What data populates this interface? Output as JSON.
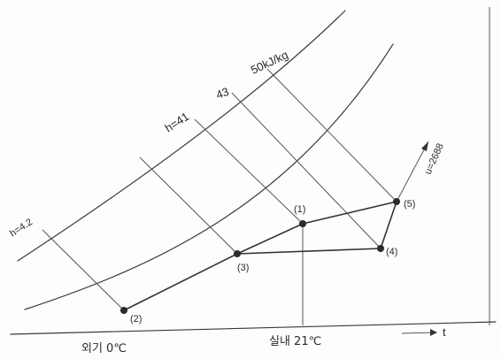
{
  "diagram": {
    "enthalpy_labels": {
      "h_low": "h=4.2",
      "h_mid": "h=41",
      "h_43": "43",
      "h_50": "50kJ/kg"
    },
    "ratio_label": "u=2688",
    "points": {
      "p1": "(1)",
      "p2": "(2)",
      "p3": "(3)",
      "p4": "(4)",
      "p5": "(5)"
    },
    "axis": {
      "outdoor": "외기 0℃",
      "indoor": "실내 21℃",
      "t_label": "t"
    },
    "colors": {
      "line": "#3a3a3a",
      "background": "#fdfdfd"
    }
  }
}
